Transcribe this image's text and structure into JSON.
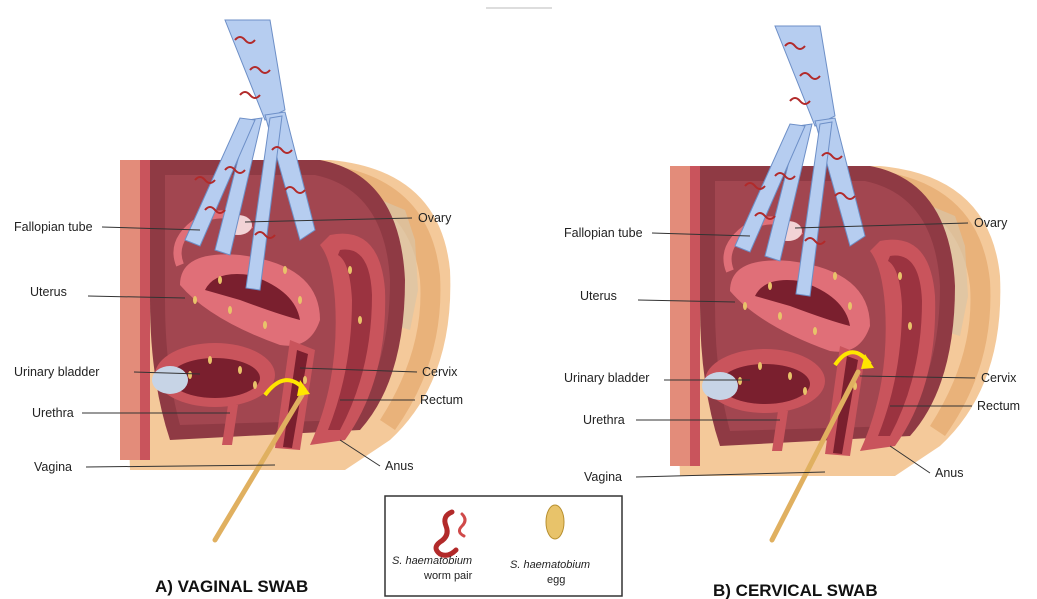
{
  "panels": [
    {
      "caption": "A) VAGINAL SWAB",
      "labels": {
        "fallopian_tube": "Fallopian tube",
        "ovary": "Ovary",
        "uterus": "Uterus",
        "urinary_bladder": "Urinary bladder",
        "cervix": "Cervix",
        "rectum": "Rectum",
        "urethra": "Urethra",
        "vagina": "Vagina",
        "anus": "Anus"
      }
    },
    {
      "caption": "B) CERVICAL SWAB",
      "labels": {
        "fallopian_tube": "Fallopian tube",
        "ovary": "Ovary",
        "uterus": "Uterus",
        "urinary_bladder": "Urinary bladder",
        "cervix": "Cervix",
        "rectum": "Rectum",
        "urethra": "Urethra",
        "vagina": "Vagina",
        "anus": "Anus"
      }
    }
  ],
  "legend": {
    "worm": {
      "species": "S. haematobium",
      "desc": "worm pair"
    },
    "egg": {
      "species": "S. haematobium",
      "desc": "egg"
    }
  },
  "colors": {
    "skin": "#f4c99a",
    "tissue": "#c9545c",
    "tissue_dark": "#8e2a36",
    "vein": "#b6cdf0",
    "worm": "#b22a2a",
    "egg": "#e8c36a",
    "swab": "#e0b060",
    "arrow": "#ffe600"
  }
}
